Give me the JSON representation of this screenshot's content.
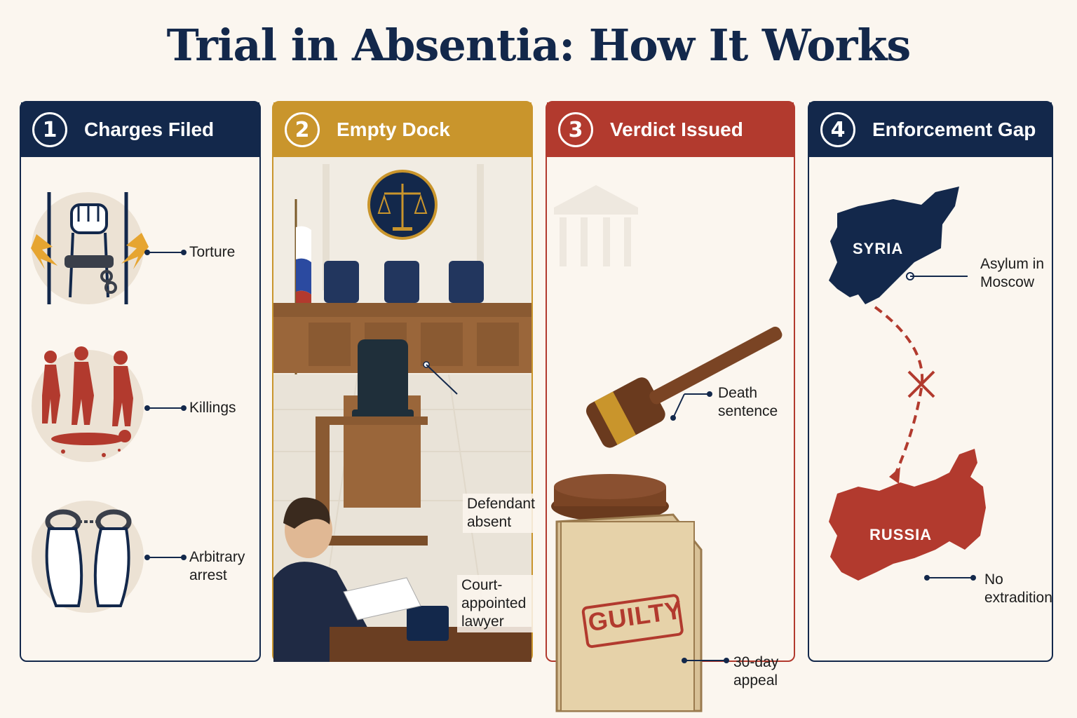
{
  "title": "Trial in Absentia: How It Works",
  "colors": {
    "navy": "#13284b",
    "gold": "#c9952c",
    "red": "#b23a2e",
    "cream": "#fbf6ef"
  },
  "panels": [
    {
      "number": "1",
      "heading": "Charges Filed",
      "items": [
        {
          "label": "Torture",
          "icon": "fist-chains-icon"
        },
        {
          "label": "Killings",
          "icon": "violence-figures-icon"
        },
        {
          "label": "Arbitrary arrest",
          "icon": "handcuffs-icon"
        }
      ]
    },
    {
      "number": "2",
      "heading": "Empty Dock",
      "callouts": [
        "Defendant absent",
        "Court-appointed lawyer"
      ]
    },
    {
      "number": "3",
      "heading": "Verdict Issued",
      "callouts": [
        "Death sentence",
        "30-day appeal"
      ],
      "stamp": "GUILTY"
    },
    {
      "number": "4",
      "heading": "Enforcement Gap",
      "countries": [
        "SYRIA",
        "RUSSIA"
      ],
      "callouts": [
        "Asylum in Moscow",
        "No extradition"
      ]
    }
  ]
}
